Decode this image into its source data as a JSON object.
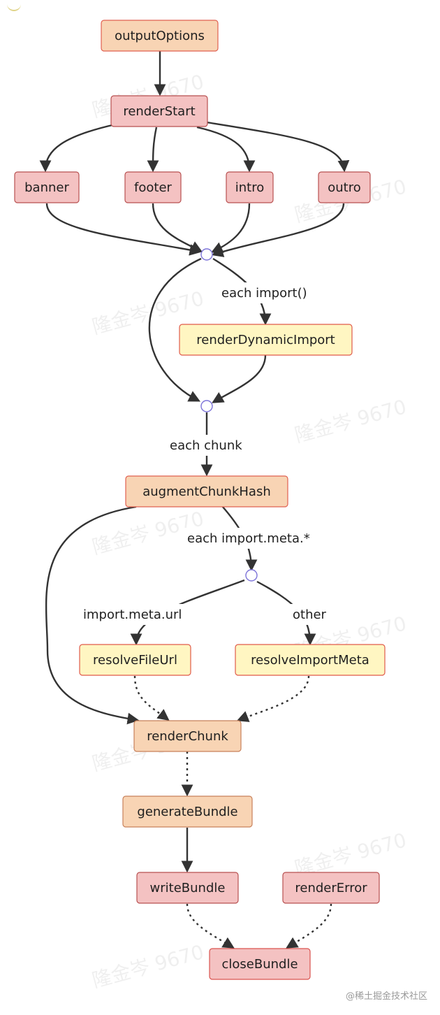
{
  "nodes": {
    "outputOptions": "outputOptions",
    "renderStart": "renderStart",
    "banner": "banner",
    "footer": "footer",
    "intro": "intro",
    "outro": "outro",
    "renderDynamicImport": "renderDynamicImport",
    "augmentChunkHash": "augmentChunkHash",
    "resolveFileUrl": "resolveFileUrl",
    "resolveImportMeta": "resolveImportMeta",
    "renderChunk": "renderChunk",
    "generateBundle": "generateBundle",
    "writeBundle": "writeBundle",
    "renderError": "renderError",
    "closeBundle": "closeBundle"
  },
  "edge_labels": {
    "each_import": "each import()",
    "each_chunk": "each chunk",
    "each_import_meta": "each import.meta.*",
    "import_meta_url": "import.meta.url",
    "other": "other"
  },
  "watermark": "隆金岑 9670",
  "credit": "@稀土掘金技术社区",
  "colors": {
    "parallel_fill": "#f4c2c2",
    "parallel_stroke": "#d9534f",
    "sequential_fill": "#f8d4b4",
    "first_fill": "#f8d4b4",
    "first_stroke": "#e06050",
    "sequential_stroke": "#c8805a",
    "first_yellow_fill": "#fff6c2",
    "first_yellow_stroke": "#e05a4a"
  }
}
